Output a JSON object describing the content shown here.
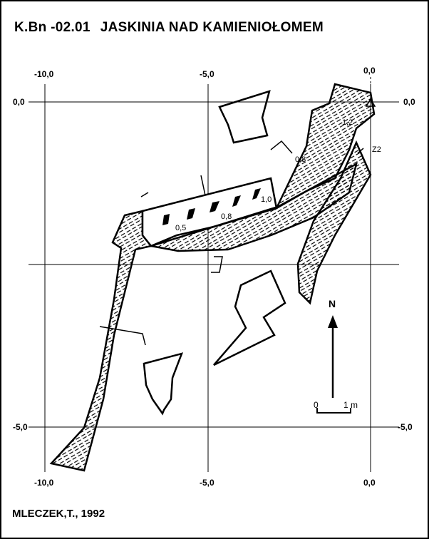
{
  "title": {
    "code": "K.Bn -02.01",
    "name": "JASKINIA NAD KAMIENIOŁOMEM"
  },
  "author": "MLECZEK,T., 1992",
  "grid": {
    "x_top": [
      "-10,0",
      "-5,0",
      "0,0"
    ],
    "x_bottom": [
      "-10,0",
      "-5,0",
      "0,0"
    ],
    "y_left": [
      "0,0",
      "-5,0"
    ],
    "y_right": [
      "0,0",
      "-5,0"
    ]
  },
  "depths": [
    "1,2",
    "0,8",
    "1,0",
    "0,8",
    "0,5"
  ],
  "zone_label": "Z2",
  "north_label": "N",
  "scale": {
    "left": "0",
    "right": "1 m"
  }
}
